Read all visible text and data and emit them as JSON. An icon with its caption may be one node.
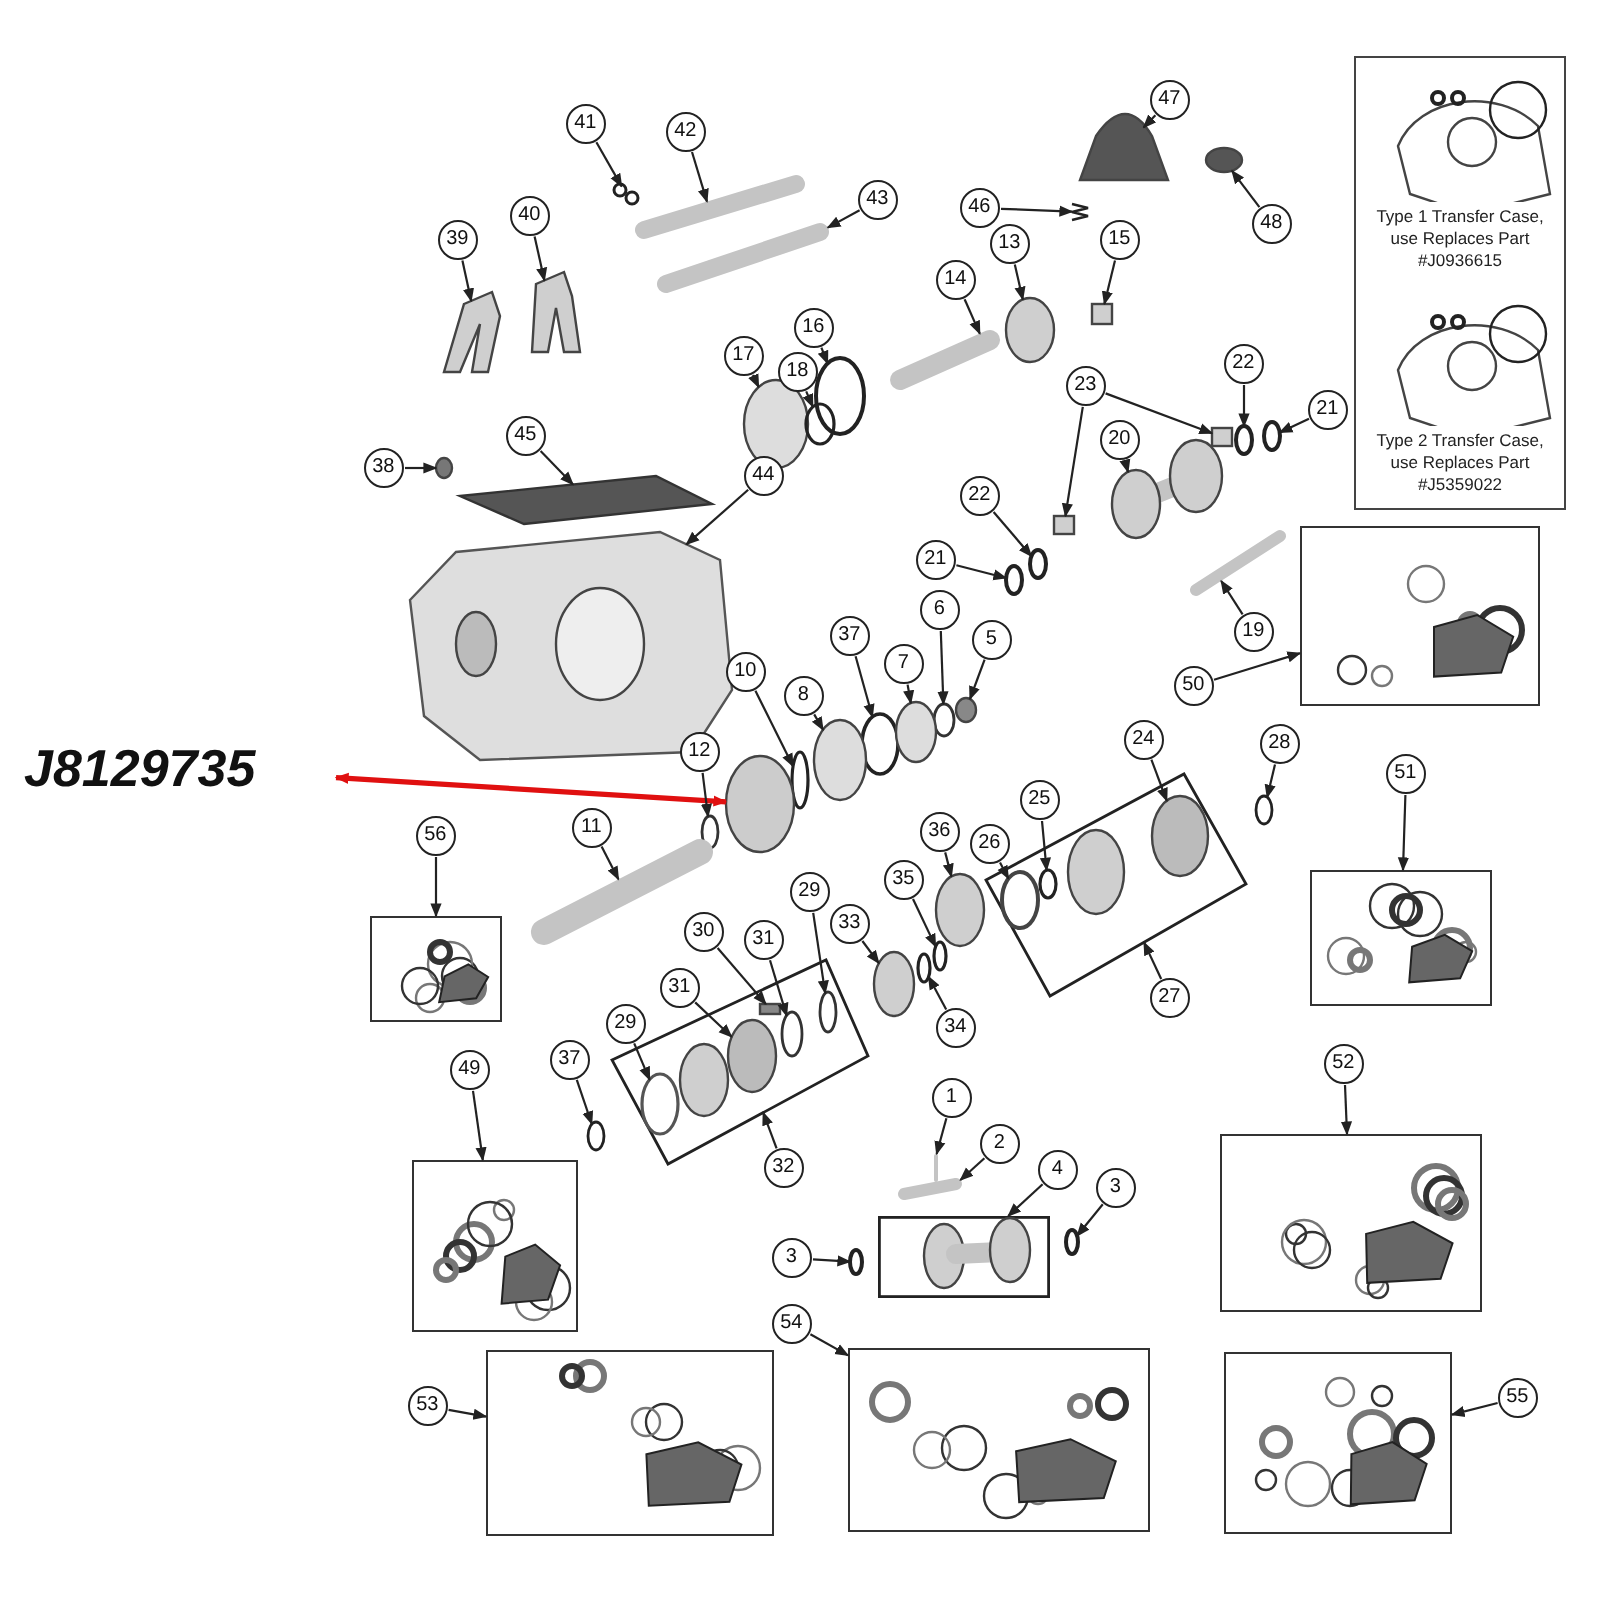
{
  "diagram": {
    "nodes": [
      {
        "text": [
          "Type 1 Transfer Case, use Replaces Part #J0936615",
          "Type 2 Transfer Case, use Replaces Part #J5359022"
        ]
      },
      {
        "text": [
          "41"
        ]
      },
      {
        "text": [
          "47"
        ]
      },
      {
        "text": [
          "42"
        ]
      },
      {
        "text": [
          "43"
        ]
      },
      {
        "text": [
          "46"
        ]
      },
      {
        "text": [
          "48"
        ]
      },
      {
        "text": [
          "40"
        ]
      },
      {
        "text": [
          "39"
        ]
      },
      {
        "text": [
          "15"
        ]
      },
      {
        "text": [
          "13"
        ]
      },
      {
        "text": [
          "14"
        ]
      },
      {
        "text": [
          "16"
        ]
      },
      {
        "text": [
          "17"
        ]
      },
      {
        "text": [
          "18"
        ]
      },
      {
        "text": [
          "23"
        ]
      },
      {
        "text": [
          "22"
        ]
      },
      {
        "text": [
          "21"
        ]
      },
      {
        "text": [
          "20"
        ]
      },
      {
        "text": [
          "45"
        ]
      },
      {
        "text": [
          "44"
        ]
      },
      {
        "text": [
          "38"
        ]
      },
      {
        "text": [
          "22"
        ]
      },
      {
        "text": [
          "21"
        ]
      },
      {
        "text": [],
        "shape": "picture"
      },
      {
        "text": [
          "19"
        ]
      },
      {
        "text": [
          "6"
        ]
      },
      {
        "text": [
          "37"
        ]
      },
      {
        "text": [
          "5"
        ]
      },
      {
        "text": [
          "50"
        ]
      },
      {
        "text": [
          "10"
        ]
      },
      {
        "text": [
          "7"
        ]
      },
      {
        "text": [
          "8"
        ]
      },
      {
        "text": [
          "24"
        ]
      },
      {
        "text": [
          "28"
        ]
      },
      {
        "text": [
          "J8129735"
        ]
      },
      {
        "text": [
          "12"
        ]
      },
      {
        "text": [
          "51"
        ]
      },
      {
        "text": [
          "11"
        ]
      },
      {
        "text": [
          "56"
        ]
      },
      {
        "text": [
          "25"
        ]
      },
      {
        "text": [
          "26"
        ]
      },
      {
        "text": [
          "36"
        ]
      },
      {
        "text": [
          "35"
        ]
      },
      {
        "text": [
          "33"
        ]
      },
      {
        "text": [
          "29"
        ]
      },
      {
        "text": [
          "34"
        ]
      },
      {
        "text": [
          "30"
        ]
      },
      {
        "text": [
          "31"
        ]
      },
      {
        "text": [
          "31"
        ]
      },
      {
        "text": [
          "29"
        ]
      },
      {
        "text": [
          "37"
        ]
      },
      {
        "text": [],
        "shape": "box"
      },
      {
        "text": [],
        "shape": "picture"
      },
      {
        "text": [],
        "shape": "picture"
      },
      {
        "text": [
          "27"
        ]
      },
      {
        "text": [
          "49"
        ]
      },
      {
        "text": [
          "52"
        ]
      },
      {
        "text": [
          "1"
        ]
      },
      {
        "text": [],
        "shape": "box"
      },
      {
        "text": [
          "2"
        ]
      },
      {
        "text": [
          "32"
        ]
      },
      {
        "text": [
          "4"
        ]
      },
      {
        "text": [
          "3"
        ]
      },
      {
        "text": [
          "3"
        ]
      },
      {
        "text": [],
        "shape": "box"
      },
      {
        "text": [],
        "shape": "picture"
      },
      {
        "text": [],
        "shape": "picture"
      },
      {
        "text": [
          "54"
        ]
      },
      {
        "text": [],
        "shape": "picture"
      },
      {
        "text": [],
        "shape": "picture"
      },
      {
        "text": [],
        "shape": "picture"
      },
      {
        "text": [
          "53"
        ]
      },
      {
        "text": [
          "55"
        ]
      },
      {
        "text": [],
        "shape": "circle"
      },
      {
        "text": [],
        "shape": "picture"
      },
      {
        "text": [],
        "shape": "bar"
      },
      {
        "text": [],
        "shape": "bar"
      },
      {
        "text": [],
        "shape": "picture"
      },
      {
        "text": [],
        "shape": "circle"
      },
      {
        "text": [],
        "shape": "picture"
      },
      {
        "text": [],
        "shape": "picture"
      },
      {
        "text": [],
        "shape": "box"
      },
      {
        "text": [],
        "shape": "circle"
      },
      {
        "text": [],
        "shape": "bar"
      },
      {
        "text": [],
        "shape": "circle"
      },
      {
        "text": [],
        "shape": "circle"
      },
      {
        "text": [],
        "shape": "circle"
      },
      {
        "text": [],
        "shape": "box"
      },
      {
        "text": [],
        "shape": "box"
      },
      {
        "text": [],
        "shape": "circle"
      },
      {
        "text": [],
        "shape": "circle"
      },
      {
        "text": [],
        "shape": "picture"
      },
      {
        "text": [],
        "shape": "picture"
      },
      {
        "text": [],
        "shape": "picture"
      },
      {
        "text": [],
        "shape": "circle"
      },
      {
        "text": [],
        "shape": "circle"
      },
      {
        "text": [],
        "shape": "circle"
      },
      {
        "text": [],
        "shape": "bar"
      },
      {
        "text": [],
        "shape": "circle"
      },
      {
        "text": [],
        "shape": "circle"
      },
      {
        "text": [],
        "shape": "circle"
      },
      {
        "text": [],
        "shape": "circle"
      },
      {
        "text": [],
        "shape": "circle"
      },
      {
        "text": [],
        "shape": "circle"
      },
      {
        "text": [],
        "shape": "circle",
        "in": 52
      },
      {
        "text": [],
        "shape": "circle"
      },
      {
        "text": [],
        "shape": "circle"
      },
      {
        "text": [],
        "shape": "circle"
      },
      {
        "text": [],
        "shape": "bar"
      },
      {
        "text": [],
        "shape": "circle",
        "in": 52
      },
      {
        "text": [],
        "shape": "circle",
        "in": 52
      },
      {
        "text": [],
        "shape": "circle"
      },
      {
        "text": [],
        "shape": "circle"
      },
      {
        "text": [],
        "shape": "circle"
      },
      {
        "text": [],
        "shape": "circle",
        "in": 59
      },
      {
        "text": [],
        "shape": "circle"
      },
      {
        "text": [],
        "shape": "box",
        "in": 59
      },
      {
        "text": [],
        "shape": "circle",
        "in": 59
      },
      {
        "text": [],
        "shape": "circle",
        "in": 59
      },
      {
        "text": [],
        "shape": "circle",
        "in": 59
      },
      {
        "text": [],
        "shape": "circle"
      },
      {
        "text": [],
        "shape": "bar"
      },
      {
        "text": [],
        "shape": "bar"
      },
      {
        "text": [],
        "shape": "circle"
      },
      {
        "text": [],
        "shape": "circle"
      }
    ],
    "edges": [
      {
        "from": 1,
        "to": 74,
        "arrow": "to"
      },
      {
        "from": 2,
        "to": 75,
        "arrow": "to"
      },
      {
        "from": 3,
        "to": 76,
        "arrow": "to"
      },
      {
        "from": 4,
        "to": 77,
        "arrow": "to"
      },
      {
        "from": 5,
        "to": 78,
        "arrow": "to"
      },
      {
        "from": 6,
        "to": 79,
        "arrow": "to"
      },
      {
        "from": 7,
        "to": 80,
        "arrow": "to"
      },
      {
        "from": 8,
        "to": 81,
        "arrow": "to"
      },
      {
        "from": 9,
        "to": 82,
        "arrow": "to"
      },
      {
        "from": 10,
        "to": 83,
        "arrow": "to"
      },
      {
        "from": 11,
        "to": 84,
        "arrow": "to"
      },
      {
        "from": 12,
        "to": 85,
        "arrow": "to"
      },
      {
        "from": 13,
        "to": 86,
        "arrow": "to"
      },
      {
        "from": 14,
        "to": 87,
        "arrow": "to"
      },
      {
        "from": 15,
        "to": 88,
        "arrow": "to"
      },
      {
        "from": 15,
        "to": 89,
        "arrow": "to"
      },
      {
        "from": 16,
        "to": 90,
        "arrow": "to"
      },
      {
        "from": 17,
        "to": 91,
        "arrow": "to"
      },
      {
        "from": 18,
        "to": 92,
        "arrow": "to"
      },
      {
        "from": 19,
        "to": 93,
        "arrow": "to"
      },
      {
        "from": 20,
        "to": 94,
        "arrow": "to"
      },
      {
        "from": 21,
        "to": 95,
        "arrow": "to"
      },
      {
        "from": 22,
        "to": 96,
        "arrow": "to"
      },
      {
        "from": 23,
        "to": 97,
        "arrow": "to"
      },
      {
        "from": 25,
        "to": 98,
        "arrow": "to"
      },
      {
        "from": 26,
        "to": 99,
        "arrow": "to"
      },
      {
        "from": 27,
        "to": 100,
        "arrow": "to"
      },
      {
        "from": 28,
        "to": 101,
        "arrow": "to"
      },
      {
        "from": 29,
        "to": 24,
        "arrow": "to"
      },
      {
        "from": 30,
        "to": 102,
        "arrow": "to"
      },
      {
        "from": 31,
        "to": 103,
        "arrow": "to"
      },
      {
        "from": 32,
        "to": 104,
        "arrow": "to"
      },
      {
        "from": 33,
        "to": 105,
        "arrow": "to"
      },
      {
        "from": 34,
        "to": 106,
        "arrow": "to"
      },
      {
        "from": 35,
        "to": 107,
        "arrow": "both",
        "style": "thick",
        "color": "#e01010"
      },
      {
        "from": 36,
        "to": 108,
        "arrow": "to"
      },
      {
        "from": 37,
        "to": 54,
        "arrow": "to"
      },
      {
        "from": 38,
        "to": 109,
        "arrow": "to"
      },
      {
        "from": 39,
        "to": 53,
        "arrow": "to"
      },
      {
        "from": 40,
        "to": 110,
        "arrow": "to"
      },
      {
        "from": 41,
        "to": 111,
        "arrow": "to"
      },
      {
        "from": 42,
        "to": 112,
        "arrow": "to"
      },
      {
        "from": 43,
        "to": 113,
        "arrow": "to"
      },
      {
        "from": 44,
        "to": 114,
        "arrow": "to"
      },
      {
        "from": 45,
        "to": 115,
        "arrow": "to"
      },
      {
        "from": 46,
        "to": 116,
        "arrow": "to"
      },
      {
        "from": 47,
        "to": 117,
        "arrow": "to"
      },
      {
        "from": 48,
        "to": 118,
        "arrow": "to"
      },
      {
        "from": 49,
        "to": 119,
        "arrow": "to"
      },
      {
        "from": 50,
        "to": 120,
        "arrow": "to"
      },
      {
        "from": 51,
        "to": 121,
        "arrow": "to"
      },
      {
        "from": 55,
        "to": 52,
        "arrow": "to"
      },
      {
        "from": 56,
        "to": 66,
        "arrow": "to"
      },
      {
        "from": 57,
        "to": 67,
        "arrow": "to"
      },
      {
        "from": 58,
        "to": 122,
        "arrow": "to"
      },
      {
        "from": 60,
        "to": 123,
        "arrow": "to"
      },
      {
        "from": 61,
        "to": 59,
        "arrow": "to"
      },
      {
        "from": 62,
        "to": 65,
        "arrow": "to"
      },
      {
        "from": 63,
        "to": 124,
        "arrow": "to"
      },
      {
        "from": 64,
        "to": 125,
        "arrow": "to"
      },
      {
        "from": 68,
        "to": 70,
        "arrow": "to"
      },
      {
        "from": 72,
        "to": 69,
        "arrow": "to"
      },
      {
        "from": 73,
        "to": 71,
        "arrow": "to"
      }
    ]
  }
}
